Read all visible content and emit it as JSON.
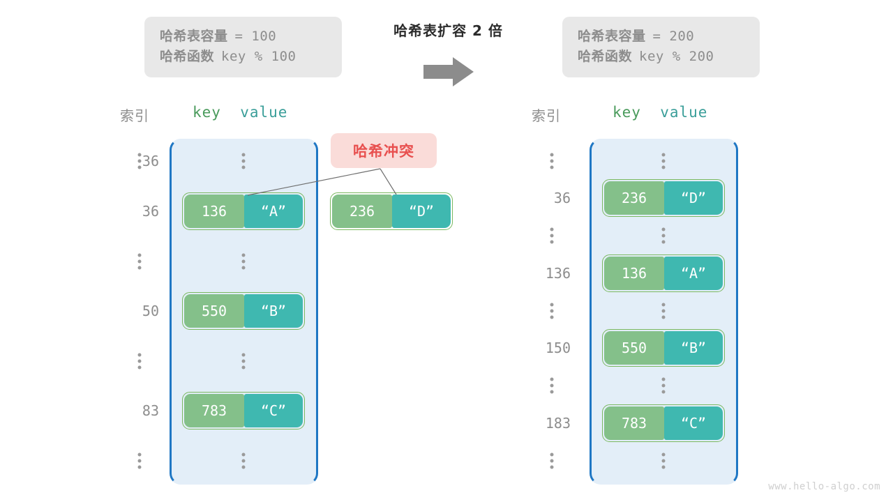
{
  "center": {
    "title": "哈希表扩容 2 倍",
    "arrow_icon": "right-arrow-icon"
  },
  "info_left": {
    "capacity_label": "哈希表容量",
    "capacity_expr": "= 100",
    "function_label": "哈希函数",
    "function_expr": "key % 100"
  },
  "info_right": {
    "capacity_label": "哈希表容量",
    "capacity_expr": "= 200",
    "function_label": "哈希函数",
    "function_expr": "key % 200"
  },
  "badge": {
    "label": "哈希冲突",
    "bg": "#fadcd9",
    "color": "#e8504f"
  },
  "colors": {
    "key_cell": "#84c08a",
    "value_cell": "#3fb8b0",
    "pair_outline": "#7ab85f",
    "bucket_fill": "#e3eef8",
    "bucket_border": "#1f77c4",
    "header_key": "#4a9b5c",
    "header_value": "#3a9e99",
    "muted_text": "#8d8d8d",
    "arrow": "#8c8c8c"
  },
  "table_left": {
    "header_index": "索引",
    "header_key": "key",
    "header_value": "value",
    "rows": [
      {
        "type": "ellipsis"
      },
      {
        "type": "entry",
        "index": "36",
        "key": "136",
        "value": "“A”"
      },
      {
        "type": "ellipsis"
      },
      {
        "type": "entry",
        "index": "50",
        "key": "550",
        "value": "“B”"
      },
      {
        "type": "ellipsis"
      },
      {
        "type": "entry",
        "index": "83",
        "key": "783",
        "value": "“C”"
      },
      {
        "type": "ellipsis"
      }
    ]
  },
  "table_right": {
    "header_index": "索引",
    "header_key": "key",
    "header_value": "value",
    "rows": [
      {
        "type": "ellipsis"
      },
      {
        "type": "entry",
        "index": "36",
        "key": "236",
        "value": "“D”"
      },
      {
        "type": "ellipsis"
      },
      {
        "type": "entry",
        "index": "136",
        "key": "136",
        "value": "“A”"
      },
      {
        "type": "ellipsis"
      },
      {
        "type": "entry",
        "index": "150",
        "key": "550",
        "value": "“B”"
      },
      {
        "type": "ellipsis"
      },
      {
        "type": "entry",
        "index": "183",
        "key": "783",
        "value": "“C”"
      },
      {
        "type": "ellipsis"
      }
    ]
  },
  "floating_entry": {
    "key": "236",
    "value": "“D”"
  },
  "watermark": "www.hello-algo.com"
}
